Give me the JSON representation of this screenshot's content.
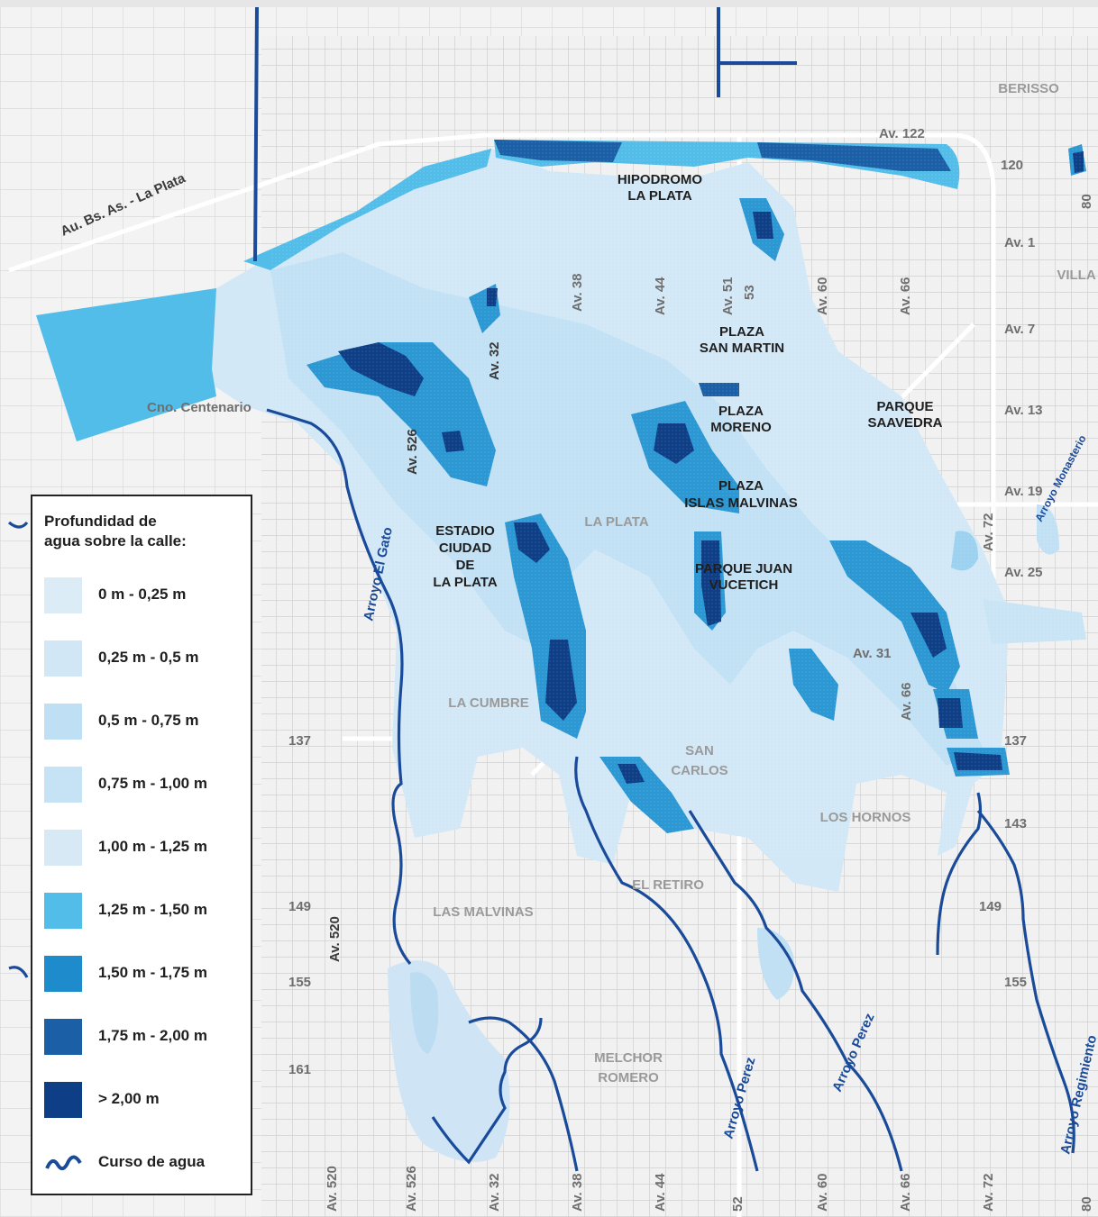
{
  "legend": {
    "title_line1": "Profundidad de",
    "title_line2": "agua sobre la calle:",
    "items": [
      {
        "label": "0 m - 0,25 m",
        "color": "#dcecf7"
      },
      {
        "label": "0,25 m - 0,5 m",
        "color": "#d2e7f6"
      },
      {
        "label": "0,5 m - 0,75 m",
        "color": "#bfe0f4"
      },
      {
        "label": "0,75 m - 1,00 m",
        "color": "#c6e3f5"
      },
      {
        "label": "1,00 m - 1,25 m",
        "color": "#d6e9f5"
      },
      {
        "label": "1,25 m - 1,50 m",
        "color": "#53bde9"
      },
      {
        "label": "1,50 m - 1,75 m",
        "color": "#1e8ccc"
      },
      {
        "label": "1,75 m - 2,00 m",
        "color": "#1b5fa6"
      },
      {
        "label": "> 2,00 m",
        "color": "#0e3f86"
      }
    ],
    "watercourse_label": "Curso de agua",
    "watercourse_color": "#1a4b9a"
  },
  "places": {
    "hipodromo_1": "HIPODROMO",
    "hipodromo_2": "LA PLATA",
    "san_martin_1": "PLAZA",
    "san_martin_2": "SAN MARTIN",
    "moreno_1": "PLAZA",
    "moreno_2": "MORENO",
    "saavedra_1": "PARQUE",
    "saavedra_2": "SAAVEDRA",
    "malvinas_1": "PLAZA",
    "malvinas_2": "ISLAS MALVINAS",
    "vucetich_1": "PARQUE JUAN",
    "vucetich_2": "VUCETICH",
    "estadio_1": "ESTADIO",
    "estadio_2": "CIUDAD",
    "estadio_3": "DE",
    "estadio_4": "LA PLATA",
    "la_plata": "LA PLATA",
    "la_cumbre": "LA CUMBRE",
    "san_carlos_1": "SAN",
    "san_carlos_2": "CARLOS",
    "los_hornos": "LOS HORNOS",
    "el_retiro": "EL RETIRO",
    "las_malvinas": "LAS MALVINAS",
    "melchor_1": "MELCHOR",
    "melchor_2": "ROMERO",
    "berisso": "BERISSO",
    "villa": "VILLA"
  },
  "roads": {
    "autopista": "Au. Bs. As. - La Plata",
    "centenario": "Cno. Centenario",
    "av122": "Av. 122",
    "n120": "120",
    "av1": "Av. 1",
    "av7": "Av. 7",
    "av13": "Av. 13",
    "av19": "Av. 19",
    "av25": "Av. 25",
    "av31": "Av. 31",
    "n137_left": "137",
    "n137_right": "137",
    "n143": "143",
    "n149_left": "149",
    "n149_right": "149",
    "n155_left": "155",
    "n155_right": "155",
    "n161": "161",
    "av32_top": "Av. 32",
    "av38_top": "Av. 38",
    "av44_top": "Av. 44",
    "av51": "Av. 51",
    "av53": "53",
    "av60_top": "Av. 60",
    "av66_top": "Av. 66",
    "av526_mid": "Av. 526",
    "av72_mid": "Av. 72",
    "av66_mid": "Av. 66",
    "av520_mid": "Av. 520",
    "n80_top": "80",
    "av520_bot": "Av. 520",
    "av526_bot": "Av. 526",
    "av32_bot": "Av. 32",
    "av38_bot": "Av. 38",
    "av44_bot": "Av. 44",
    "n52_bot": "52",
    "av60_bot": "Av. 60",
    "av66_bot": "Av. 66",
    "av72_bot": "Av. 72",
    "n80_bot": "80"
  },
  "streams": {
    "el_gato": "Arroyo El Gato",
    "perez_1": "Arroyo Perez",
    "perez_2": "Arroyo Perez",
    "regimiento": "Arroyo Regimiento",
    "monasterio": "Arroyo Monasterio"
  }
}
